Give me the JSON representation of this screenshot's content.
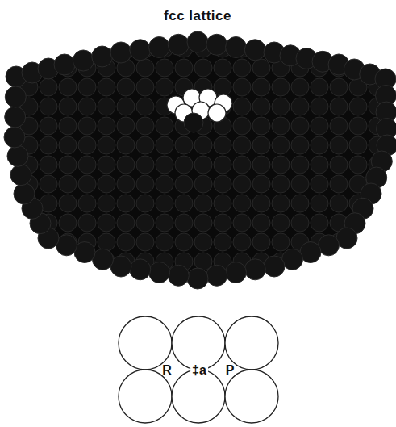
{
  "diagram": {
    "title": "fcc lattice",
    "labels": [
      "R",
      "‡a",
      "P"
    ]
  }
}
